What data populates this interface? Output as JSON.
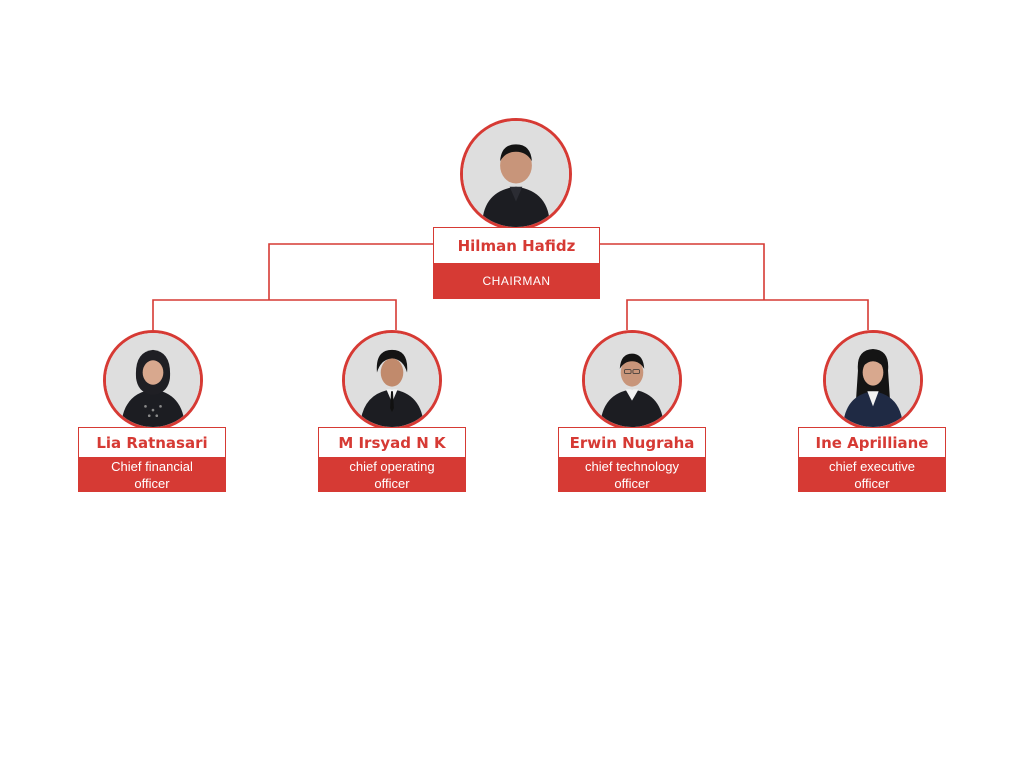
{
  "colors": {
    "accent": "#d63a34",
    "photo_bg": "#dedede",
    "suit": "#1c1d22",
    "skin": "#c8957a",
    "hair": "#141414"
  },
  "chart": {
    "root": {
      "name": "Hilman Hafidz",
      "role": "CHAIRMAN",
      "icon": "portrait-icon"
    },
    "members": [
      {
        "name": "Lia Ratnasari",
        "role": "Chief financial officer",
        "icon": "portrait-icon"
      },
      {
        "name": "M Irsyad N K",
        "role": "chief operating officer",
        "icon": "portrait-icon"
      },
      {
        "name": "Erwin Nugraha",
        "role": "chief technology officer",
        "icon": "portrait-icon"
      },
      {
        "name": "Ine Aprilliane",
        "role": "chief executive officer",
        "icon": "portrait-icon"
      }
    ]
  }
}
